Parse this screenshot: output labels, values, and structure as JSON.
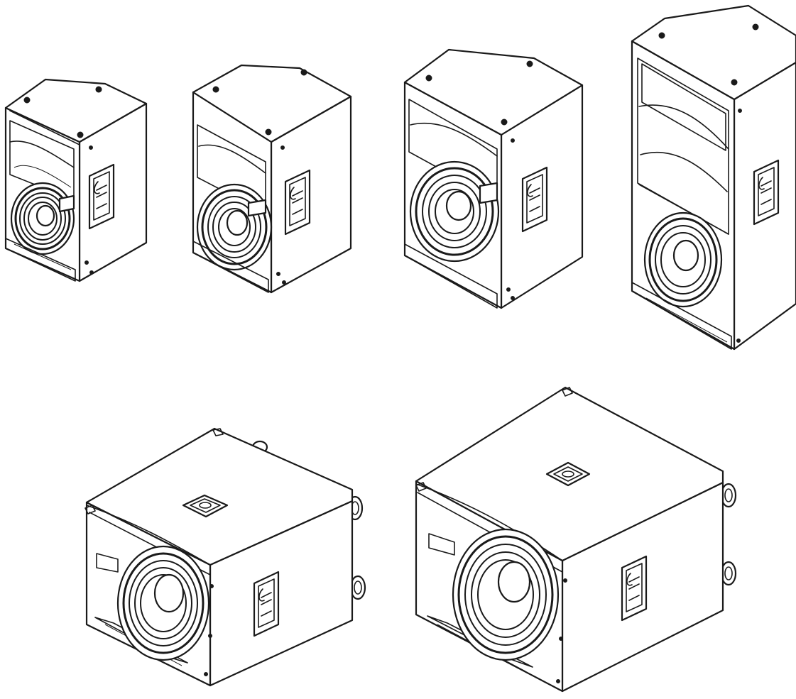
{
  "figure": {
    "products": [
      {
        "kind": "two-way full-range cabinet",
        "woofer": "small"
      },
      {
        "kind": "two-way full-range cabinet",
        "woofer": "medium"
      },
      {
        "kind": "two-way full-range cabinet",
        "woofer": "large"
      },
      {
        "kind": "two-way full-range cabinet",
        "woofer": "large",
        "tall": true
      },
      {
        "kind": "subwoofer with casters"
      },
      {
        "kind": "subwoofer with casters",
        "larger": true
      }
    ],
    "colors": {
      "line": "#1a1a1a",
      "background": "#ffffff"
    }
  }
}
